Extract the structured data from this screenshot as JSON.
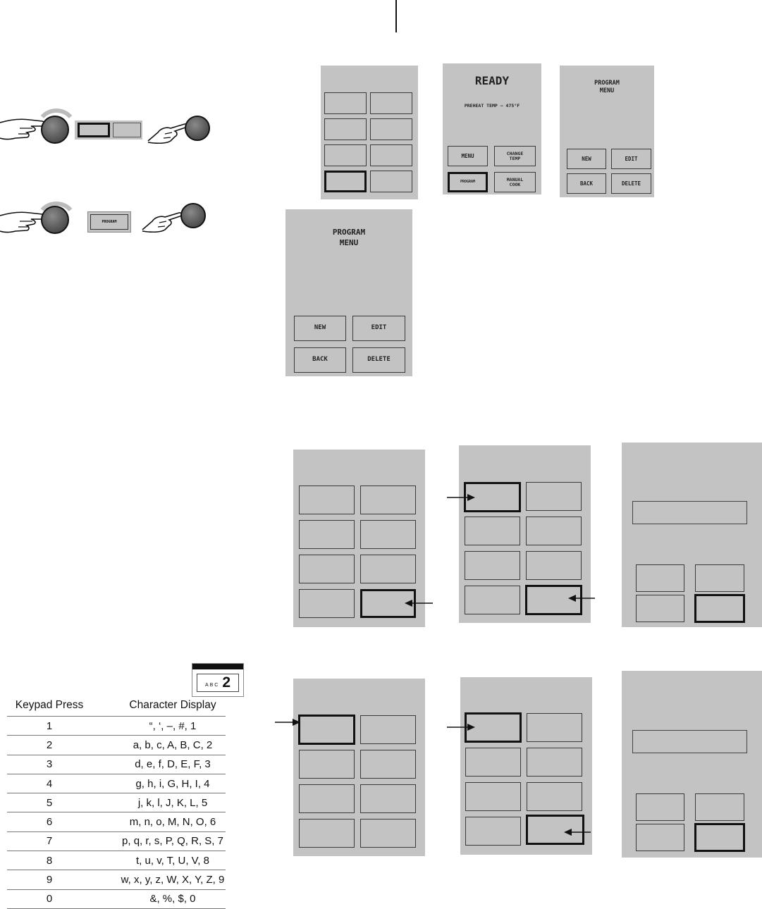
{
  "screen_ready": {
    "title": "READY",
    "preheat": "PREHEAT TEMP – 475°F",
    "buttons": [
      "MENU",
      "CHANGE\nTEMP",
      "PROGRAM",
      "MANUAL\nCOOK"
    ]
  },
  "screen_program_menu_small": {
    "title": "PROGRAM\nMENU",
    "buttons": [
      "NEW",
      "EDIT",
      "BACK",
      "DELETE"
    ]
  },
  "screen_program_menu_large": {
    "title": "PROGRAM\nMENU",
    "buttons": [
      "NEW",
      "EDIT",
      "BACK",
      "DELETE"
    ]
  },
  "step_icons": {
    "program_key_label": "PROGRAM"
  },
  "keypad_icon": {
    "letters": "ABC",
    "digit": "2"
  },
  "character_table": {
    "header_key": "Keypad Press",
    "header_chars": "Character Display",
    "rows": [
      {
        "key": "1",
        "chars": "“, ‘, –, #, 1"
      },
      {
        "key": "2",
        "chars": "a, b, c, A, B, C, 2"
      },
      {
        "key": "3",
        "chars": "d, e, f, D, E, F, 3"
      },
      {
        "key": "4",
        "chars": "g, h, i, G, H, I, 4"
      },
      {
        "key": "5",
        "chars": "j, k, l, J, K, L, 5"
      },
      {
        "key": "6",
        "chars": "m, n, o, M, N, O, 6"
      },
      {
        "key": "7",
        "chars": "p, q, r, s, P, Q, R, S, 7"
      },
      {
        "key": "8",
        "chars": "t, u, v, T, U, V, 8"
      },
      {
        "key": "9",
        "chars": "w, x, y, z, W, X, Y, Z, 9"
      },
      {
        "key": "0",
        "chars": "&, %, $, 0"
      }
    ]
  }
}
